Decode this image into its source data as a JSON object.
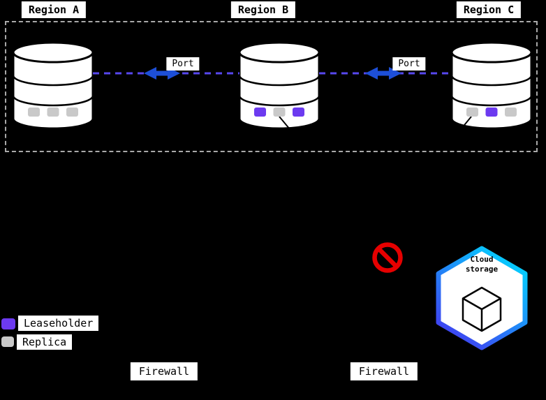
{
  "regions": [
    {
      "label": "Region A",
      "slots": [
        "replica",
        "replica",
        "replica"
      ]
    },
    {
      "label": "Region B",
      "slots": [
        "leaseholder",
        "replica",
        "leaseholder"
      ]
    },
    {
      "label": "Region C",
      "slots": [
        "replica",
        "leaseholder",
        "replica"
      ]
    }
  ],
  "connections": [
    {
      "label": "Port"
    },
    {
      "label": "Port"
    }
  ],
  "firewalls": [
    {
      "label": "Firewall"
    },
    {
      "label": "Firewall"
    }
  ],
  "legend": [
    {
      "type": "leaseholder",
      "label": "Leaseholder"
    },
    {
      "type": "replica",
      "label": "Replica"
    }
  ],
  "cloud_storage": {
    "label": "Cloud storage"
  },
  "symbols": {
    "blocked": "prohibition-sign"
  },
  "colors": {
    "leaseholder": "#6c3af0",
    "replica": "#c9c9c9",
    "connection_dashed": "#5747ee",
    "arrow": "#1d4fd8",
    "blocked": "#e60000",
    "hexagon_gradient_start": "#00d9ff",
    "hexagon_gradient_end": "#4338f0",
    "background": "#000000"
  }
}
